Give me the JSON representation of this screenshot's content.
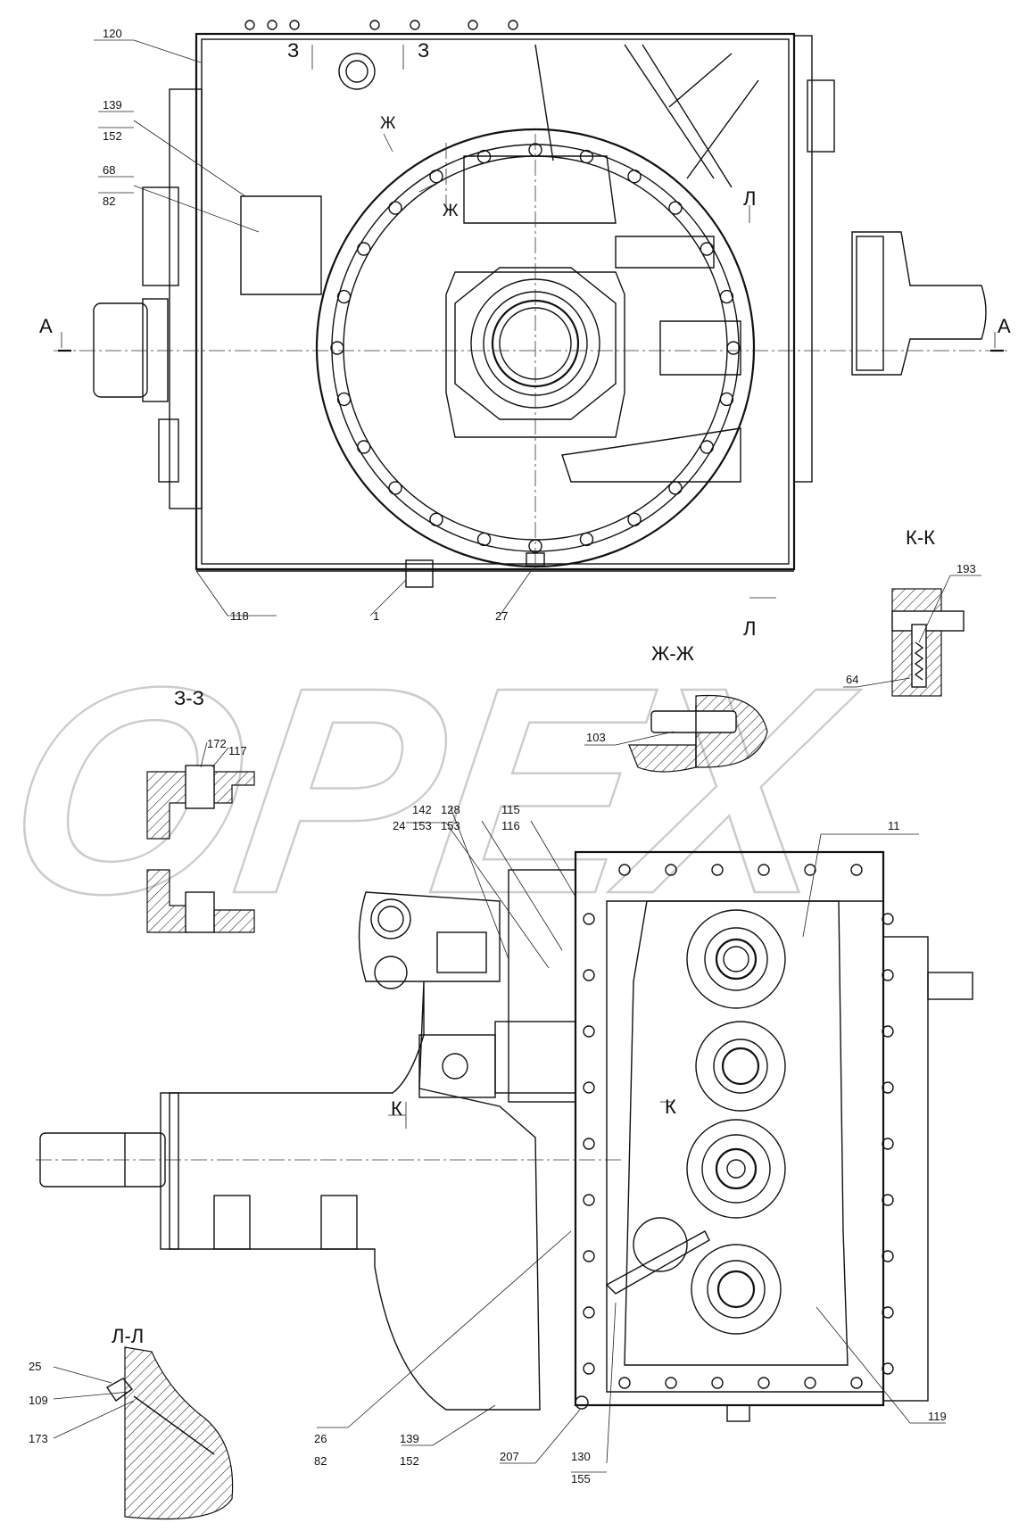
{
  "watermark": "ОРЕХ",
  "section_labels": {
    "a_left": "А",
    "a_right": "А",
    "z_left": "З",
    "z_right": "З",
    "zh_top": "Ж",
    "zh_mid": "Ж",
    "l_top": "Л",
    "l_bottom": "Л",
    "k_left": "К",
    "k_right": "К"
  },
  "section_titles": {
    "kk": "К-К",
    "zhzh": "Ж-Ж",
    "zz": "З-З",
    "ll": "Л-Л"
  },
  "callouts": {
    "c120": "120",
    "c139a": "139",
    "c152a": "152",
    "c68": "68",
    "c82a": "82",
    "c118": "118",
    "c1": "1",
    "c27": "27",
    "c193": "193",
    "c64": "64",
    "c103": "103",
    "c172": "172",
    "c117": "117",
    "c142": "142",
    "c128": "128",
    "c115": "115",
    "c24": "24",
    "c153a": "153",
    "c153b": "153",
    "c116": "116",
    "c11": "11",
    "c25": "25",
    "c109": "109",
    "c173": "173",
    "c26": "26",
    "c82b": "82",
    "c139b": "139",
    "c152b": "152",
    "c207": "207",
    "c130": "130",
    "c155": "155",
    "c119": "119"
  }
}
